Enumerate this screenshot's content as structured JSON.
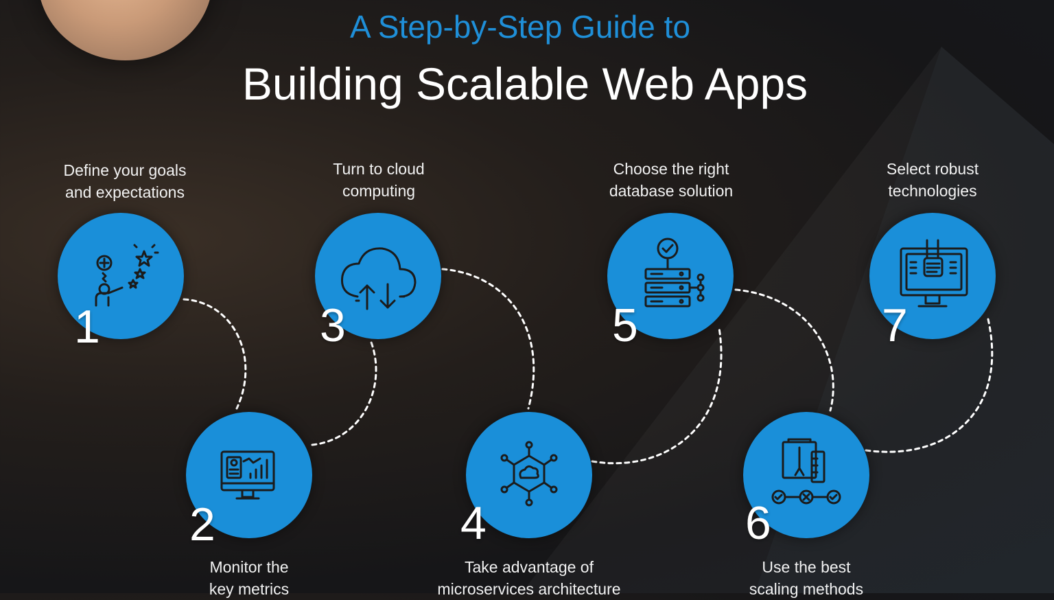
{
  "title": {
    "line1": "A Step-by-Step Guide to",
    "line2": "Building Scalable Web Apps"
  },
  "colors": {
    "accent": "#1a8fd9",
    "title_accent": "#1f8fd8",
    "background": "#1b1a1b"
  },
  "steps": [
    {
      "number": "1",
      "label": "Define your goals\nand expectations",
      "icon": "goal-stars-icon"
    },
    {
      "number": "2",
      "label": "Monitor the\nkey metrics",
      "icon": "monitor-metrics-icon"
    },
    {
      "number": "3",
      "label": "Turn to cloud\ncomputing",
      "icon": "cloud-sync-icon"
    },
    {
      "number": "4",
      "label": "Take advantage of\nmicroservices architecture",
      "icon": "microservices-network-icon"
    },
    {
      "number": "5",
      "label": "Choose the right\ndatabase solution",
      "icon": "database-server-icon"
    },
    {
      "number": "6",
      "label": "Use the best\nscaling methods",
      "icon": "scaling-tools-icon"
    },
    {
      "number": "7",
      "label": "Select robust\ntechnologies",
      "icon": "robust-tech-icon"
    }
  ]
}
